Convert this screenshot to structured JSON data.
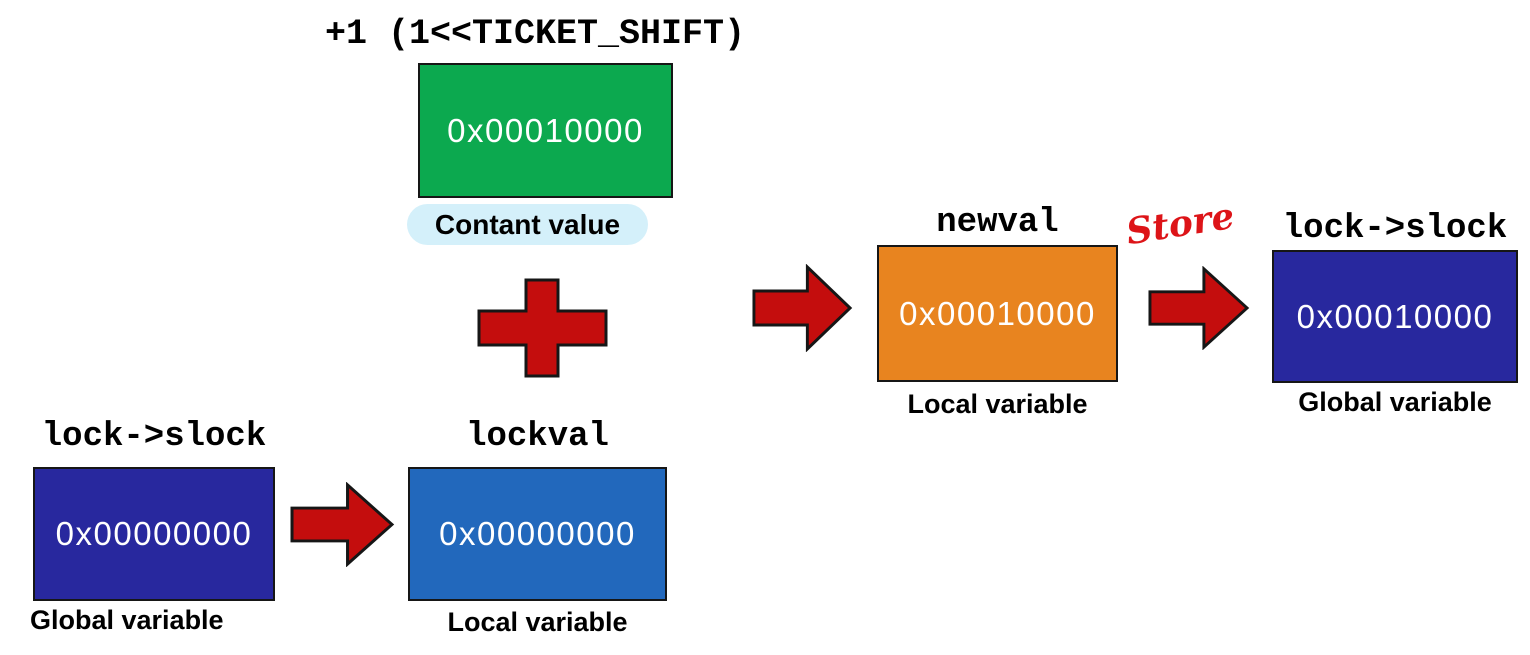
{
  "diagram": {
    "constant": {
      "expression": "+1 (1<<TICKET_SHIFT)",
      "value": "0x00010000",
      "caption": "Contant value"
    },
    "global_before": {
      "label": "lock->slock",
      "value": "0x00000000",
      "caption": "Global variable"
    },
    "lockval": {
      "label": "lockval",
      "value": "0x00000000",
      "caption": "Local variable"
    },
    "newval": {
      "label": "newval",
      "value": "0x00010000",
      "caption": "Local variable"
    },
    "global_after": {
      "label": "lock->slock",
      "value": "0x00010000",
      "caption": "Global variable"
    },
    "store_annotation": "Store"
  },
  "icons": {
    "plus": "plus-icon",
    "arrow_to_lockval": "arrow-right-icon",
    "arrow_to_newval": "arrow-right-icon",
    "arrow_store": "arrow-right-icon"
  },
  "colors": {
    "constant_box_green": "#0ca94f",
    "global_box_dark_blue": "#28289e",
    "lockval_box_blue": "#2268bc",
    "newval_box_orange": "#e8841f",
    "arrow_red": "#c40d0d",
    "store_text_red": "#dd1418",
    "caption_highlight_blue": "#d4f0fa"
  }
}
